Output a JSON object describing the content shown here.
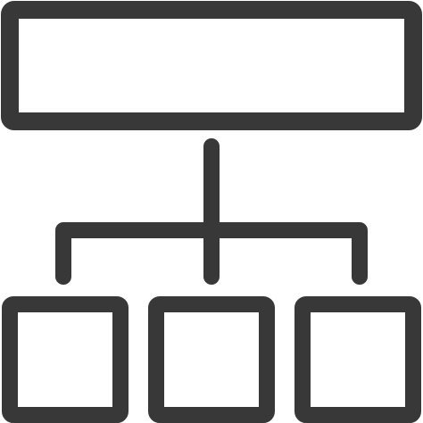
{
  "icon": {
    "name": "hierarchy-diagram-icon",
    "stroke_color": "#383838",
    "background_color": "#ffffff"
  },
  "diagram": {
    "root_box": {
      "name": "root-node"
    },
    "children": [
      {
        "name": "child-node-left"
      },
      {
        "name": "child-node-middle"
      },
      {
        "name": "child-node-right"
      }
    ]
  }
}
